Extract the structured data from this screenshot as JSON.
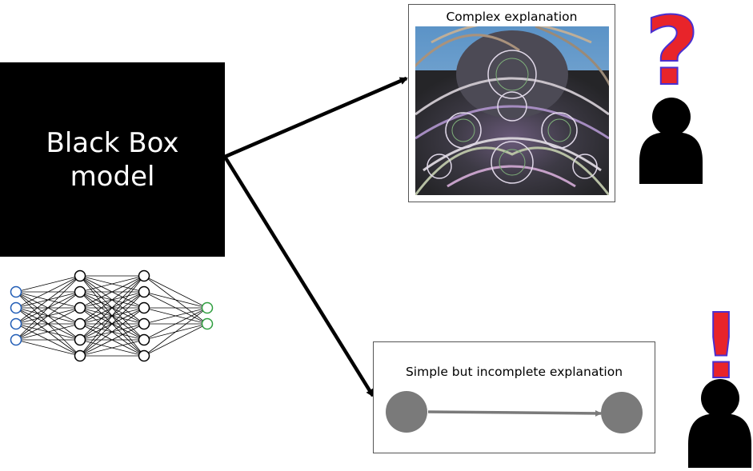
{
  "black_box": {
    "label": "Black Box\nmodel"
  },
  "complex_panel": {
    "caption": "Complex explanation"
  },
  "simple_panel": {
    "caption": "Simple but incomplete explanation"
  },
  "person_confused": {
    "symbol": "?"
  },
  "person_understands": {
    "symbol": "!"
  },
  "network": {
    "layers": [
      4,
      6,
      6,
      2
    ]
  },
  "colors": {
    "input_node": "#1f5bb5",
    "output_node": "#2e9e3e",
    "symbol_fill": "#e8242a",
    "symbol_outline": "#4a2fd0",
    "graph_node": "#7a7a7a"
  }
}
